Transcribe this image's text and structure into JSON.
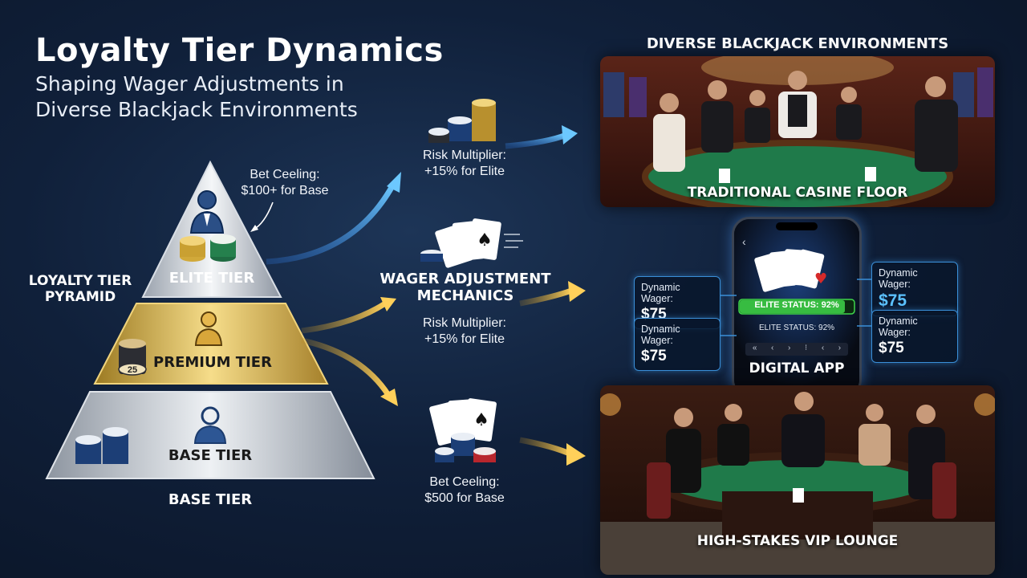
{
  "header": {
    "title": "Loyalty Tier Dynamics",
    "subtitle_line1": "Shaping Wager Adjustments in",
    "subtitle_line2": "Diverse Blackjack Environments"
  },
  "pyramid": {
    "side_label_line1": "LOYALTY TIER",
    "side_label_line2": "PYRAMID",
    "tiers": [
      {
        "label": "ELITE TIER"
      },
      {
        "label": "PREMIUM TIER"
      },
      {
        "label": "BASE TIER"
      }
    ],
    "bottom_label": "BASE TIER",
    "annotation_line1": "Bet Ceeling:",
    "annotation_line2": "$100+ for Base",
    "chip_number": "25"
  },
  "mechanics": {
    "top_line1": "Risk Multiplier:",
    "top_line2": "+15% for Elite",
    "center_line1": "WAGER ADJUSTMENT",
    "center_line2": "MECHANICS",
    "mid_line1": "Risk Multiplier:",
    "mid_line2": "+15% for Elite",
    "bottom_line1": "Bet Ceeling:",
    "bottom_line2": "$500 for Base"
  },
  "environments": {
    "heading": "DIVERSE BLACKJACK ENVIRONMENTS",
    "casino_caption": "TRADITIONAL CASINE FLOOR",
    "app_caption": "DIGITAL APP",
    "vip_caption": "HIGH-STAKES VIP LOUNGE"
  },
  "app": {
    "back_glyph": "‹",
    "status_bar_text": "ELITE STATUS: 92%",
    "status_sub_text": "ELITE STATUS: 92%",
    "progress": 0.92,
    "controls": [
      "«",
      "‹",
      "›",
      "⁝",
      "‹",
      "›"
    ],
    "wagers": [
      {
        "label": "Dynamic Wager:",
        "value": "$75"
      },
      {
        "label": "Dynamic Wager:",
        "value": "$75"
      },
      {
        "label": "Dynamic Wager:",
        "value": "$75"
      },
      {
        "label": "Dynamic Wager:",
        "value": "$75"
      }
    ]
  },
  "colors": {
    "gold": "#e0b94d",
    "blue_arrow": "#4fb7ff",
    "gold_arrow": "#f0c04a",
    "felt": "#1f7a4a",
    "status_green": "#3fd64a"
  }
}
